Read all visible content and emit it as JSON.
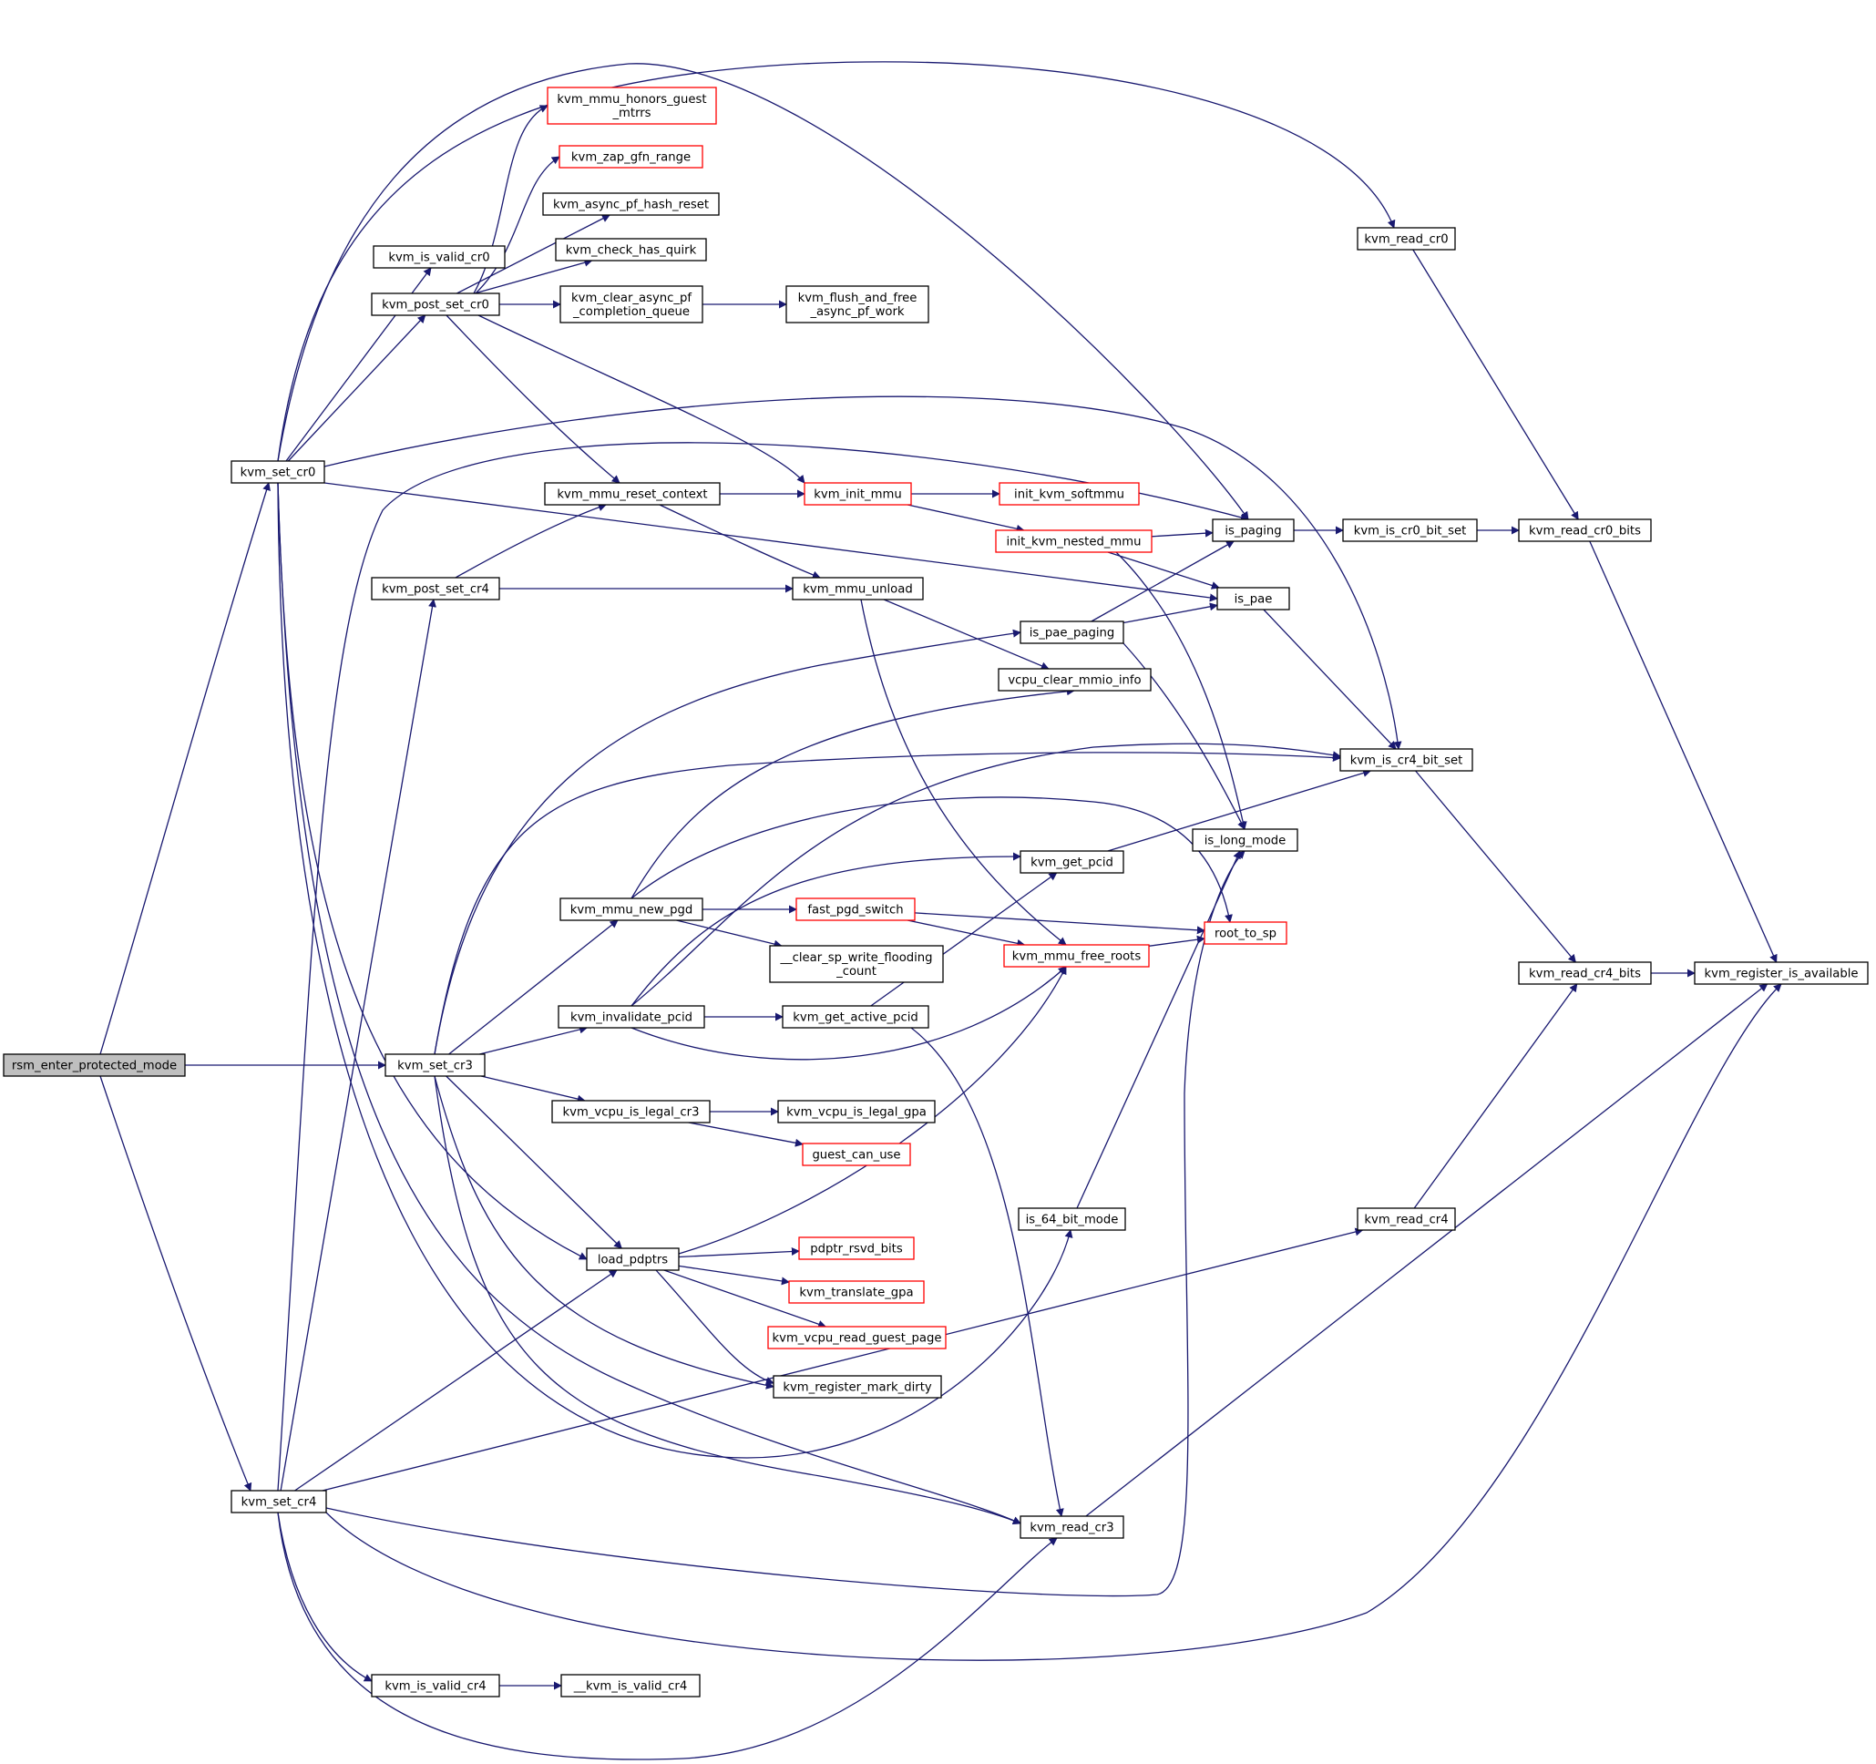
{
  "colors": {
    "edge": "#191970",
    "node_border_default": "#000000",
    "node_border_truncated": "#ff0000",
    "root_fill": "#bfbfbf",
    "node_fill": "#ffffff"
  },
  "graph": {
    "root": "rsm_enter_protected_mode",
    "nodes": {
      "rsm": {
        "lines": [
          "rsm_enter_protected_mode"
        ],
        "style": "root"
      },
      "set_cr0": {
        "lines": [
          "kvm_set_cr0"
        ],
        "style": "normal"
      },
      "set_cr4": {
        "lines": [
          "kvm_set_cr4"
        ],
        "style": "normal"
      },
      "set_cr3": {
        "lines": [
          "kvm_set_cr3"
        ],
        "style": "normal"
      },
      "is_valid_cr0": {
        "lines": [
          "kvm_is_valid_cr0"
        ],
        "style": "normal"
      },
      "post_set_cr0": {
        "lines": [
          "kvm_post_set_cr0"
        ],
        "style": "normal"
      },
      "post_set_cr4": {
        "lines": [
          "kvm_post_set_cr4"
        ],
        "style": "normal"
      },
      "is_valid_cr4": {
        "lines": [
          "kvm_is_valid_cr4"
        ],
        "style": "normal"
      },
      "honors_mtrrs": {
        "lines": [
          "kvm_mmu_honors_guest",
          "_mtrrs"
        ],
        "style": "truncated"
      },
      "zap_gfn": {
        "lines": [
          "kvm_zap_gfn_range"
        ],
        "style": "truncated"
      },
      "async_hash": {
        "lines": [
          "kvm_async_pf_hash_reset"
        ],
        "style": "normal"
      },
      "check_quirk": {
        "lines": [
          "kvm_check_has_quirk"
        ],
        "style": "normal"
      },
      "clear_async": {
        "lines": [
          "kvm_clear_async_pf",
          "_completion_queue"
        ],
        "style": "normal"
      },
      "flush_free": {
        "lines": [
          "kvm_flush_and_free",
          "_async_pf_work"
        ],
        "style": "normal"
      },
      "reset_ctx": {
        "lines": [
          "kvm_mmu_reset_context"
        ],
        "style": "normal"
      },
      "init_mmu": {
        "lines": [
          "kvm_init_mmu"
        ],
        "style": "truncated"
      },
      "init_softmmu": {
        "lines": [
          "init_kvm_softmmu"
        ],
        "style": "truncated"
      },
      "init_nested": {
        "lines": [
          "init_kvm_nested_mmu"
        ],
        "style": "truncated"
      },
      "mmu_unload": {
        "lines": [
          "kvm_mmu_unload"
        ],
        "style": "normal"
      },
      "is_pae_paging": {
        "lines": [
          "is_pae_paging"
        ],
        "style": "normal"
      },
      "vcpu_clear": {
        "lines": [
          "vcpu_clear_mmio_info"
        ],
        "style": "normal"
      },
      "new_pgd": {
        "lines": [
          "kvm_mmu_new_pgd"
        ],
        "style": "normal"
      },
      "fast_pgd": {
        "lines": [
          "fast_pgd_switch"
        ],
        "style": "truncated"
      },
      "clear_sp": {
        "lines": [
          "__clear_sp_write_flooding",
          "_count"
        ],
        "style": "normal"
      },
      "get_pcid": {
        "lines": [
          "kvm_get_pcid"
        ],
        "style": "normal"
      },
      "free_roots": {
        "lines": [
          "kvm_mmu_free_roots"
        ],
        "style": "truncated"
      },
      "inv_pcid": {
        "lines": [
          "kvm_invalidate_pcid"
        ],
        "style": "normal"
      },
      "get_active_pcid": {
        "lines": [
          "kvm_get_active_pcid"
        ],
        "style": "normal"
      },
      "legal_cr3": {
        "lines": [
          "kvm_vcpu_is_legal_cr3"
        ],
        "style": "normal"
      },
      "legal_gpa": {
        "lines": [
          "kvm_vcpu_is_legal_gpa"
        ],
        "style": "normal"
      },
      "guest_can_use": {
        "lines": [
          "guest_can_use"
        ],
        "style": "truncated"
      },
      "is_64bit": {
        "lines": [
          "is_64_bit_mode"
        ],
        "style": "normal"
      },
      "load_pdptrs": {
        "lines": [
          "load_pdptrs"
        ],
        "style": "normal"
      },
      "pdptr_rsvd": {
        "lines": [
          "pdptr_rsvd_bits"
        ],
        "style": "truncated"
      },
      "translate_gpa": {
        "lines": [
          "kvm_translate_gpa"
        ],
        "style": "truncated"
      },
      "read_guest_page": {
        "lines": [
          "kvm_vcpu_read_guest_page"
        ],
        "style": "truncated"
      },
      "mark_dirty": {
        "lines": [
          "kvm_register_mark_dirty"
        ],
        "style": "normal"
      },
      "read_cr3": {
        "lines": [
          "kvm_read_cr3"
        ],
        "style": "normal"
      },
      "is_valid_cr4_inner": {
        "lines": [
          "__kvm_is_valid_cr4"
        ],
        "style": "normal"
      },
      "read_cr0": {
        "lines": [
          "kvm_read_cr0"
        ],
        "style": "normal"
      },
      "is_paging": {
        "lines": [
          "is_paging"
        ],
        "style": "normal"
      },
      "is_pae": {
        "lines": [
          "is_pae"
        ],
        "style": "normal"
      },
      "cr4_bit_set": {
        "lines": [
          "kvm_is_cr4_bit_set"
        ],
        "style": "normal"
      },
      "is_long_mode": {
        "lines": [
          "is_long_mode"
        ],
        "style": "normal"
      },
      "root_to_sp": {
        "lines": [
          "root_to_sp"
        ],
        "style": "truncated"
      },
      "cr0_bit_set": {
        "lines": [
          "kvm_is_cr0_bit_set"
        ],
        "style": "normal"
      },
      "read_cr0_bits": {
        "lines": [
          "kvm_read_cr0_bits"
        ],
        "style": "normal"
      },
      "read_cr4_bits": {
        "lines": [
          "kvm_read_cr4_bits"
        ],
        "style": "normal"
      },
      "reg_available": {
        "lines": [
          "kvm_register_is_available"
        ],
        "style": "normal"
      },
      "read_cr4": {
        "lines": [
          "kvm_read_cr4"
        ],
        "style": "normal"
      }
    },
    "edges": [
      [
        "rsm",
        "set_cr0"
      ],
      [
        "rsm",
        "set_cr3"
      ],
      [
        "rsm",
        "set_cr4"
      ],
      [
        "set_cr0",
        "is_valid_cr0"
      ],
      [
        "set_cr0",
        "post_set_cr0"
      ],
      [
        "set_cr0",
        "read_cr0"
      ],
      [
        "set_cr0",
        "is_paging"
      ],
      [
        "set_cr0",
        "cr4_bit_set"
      ],
      [
        "set_cr0",
        "is_pae"
      ],
      [
        "set_cr0",
        "load_pdptrs"
      ],
      [
        "set_cr0",
        "read_cr3"
      ],
      [
        "set_cr0",
        "is_64bit"
      ],
      [
        "post_set_cr0",
        "honors_mtrrs"
      ],
      [
        "post_set_cr0",
        "zap_gfn"
      ],
      [
        "post_set_cr0",
        "async_hash"
      ],
      [
        "post_set_cr0",
        "check_quirk"
      ],
      [
        "post_set_cr0",
        "clear_async"
      ],
      [
        "post_set_cr0",
        "reset_ctx"
      ],
      [
        "post_set_cr0",
        "init_mmu"
      ],
      [
        "clear_async",
        "flush_free"
      ],
      [
        "reset_ctx",
        "init_mmu"
      ],
      [
        "reset_ctx",
        "mmu_unload"
      ],
      [
        "init_mmu",
        "init_softmmu"
      ],
      [
        "init_mmu",
        "init_nested"
      ],
      [
        "init_nested",
        "is_paging"
      ],
      [
        "init_nested",
        "is_pae"
      ],
      [
        "init_nested",
        "is_long_mode"
      ],
      [
        "post_set_cr4",
        "reset_ctx"
      ],
      [
        "post_set_cr4",
        "mmu_unload"
      ],
      [
        "mmu_unload",
        "vcpu_clear"
      ],
      [
        "mmu_unload",
        "free_roots"
      ],
      [
        "is_pae_paging",
        "is_paging"
      ],
      [
        "is_pae_paging",
        "is_pae"
      ],
      [
        "is_pae_paging",
        "is_long_mode"
      ],
      [
        "set_cr3",
        "is_pae_paging"
      ],
      [
        "set_cr3",
        "cr4_bit_set"
      ],
      [
        "set_cr3",
        "new_pgd"
      ],
      [
        "set_cr3",
        "inv_pcid"
      ],
      [
        "set_cr3",
        "legal_cr3"
      ],
      [
        "set_cr3",
        "load_pdptrs"
      ],
      [
        "set_cr3",
        "mark_dirty"
      ],
      [
        "set_cr3",
        "read_cr3"
      ],
      [
        "new_pgd",
        "vcpu_clear"
      ],
      [
        "new_pgd",
        "root_to_sp"
      ],
      [
        "new_pgd",
        "fast_pgd"
      ],
      [
        "new_pgd",
        "clear_sp"
      ],
      [
        "fast_pgd",
        "root_to_sp"
      ],
      [
        "fast_pgd",
        "free_roots"
      ],
      [
        "inv_pcid",
        "cr4_bit_set"
      ],
      [
        "inv_pcid",
        "get_pcid"
      ],
      [
        "inv_pcid",
        "get_active_pcid"
      ],
      [
        "inv_pcid",
        "free_roots"
      ],
      [
        "get_active_pcid",
        "get_pcid"
      ],
      [
        "get_active_pcid",
        "read_cr3"
      ],
      [
        "get_pcid",
        "cr4_bit_set"
      ],
      [
        "free_roots",
        "root_to_sp"
      ],
      [
        "legal_cr3",
        "legal_gpa"
      ],
      [
        "legal_cr3",
        "guest_can_use"
      ],
      [
        "load_pdptrs",
        "free_roots"
      ],
      [
        "load_pdptrs",
        "pdptr_rsvd"
      ],
      [
        "load_pdptrs",
        "translate_gpa"
      ],
      [
        "load_pdptrs",
        "read_guest_page"
      ],
      [
        "load_pdptrs",
        "mark_dirty"
      ],
      [
        "is_64bit",
        "is_long_mode"
      ],
      [
        "set_cr4",
        "post_set_cr4"
      ],
      [
        "set_cr4",
        "is_paging"
      ],
      [
        "set_cr4",
        "load_pdptrs"
      ],
      [
        "set_cr4",
        "is_long_mode"
      ],
      [
        "set_cr4",
        "reg_available"
      ],
      [
        "set_cr4",
        "is_valid_cr4"
      ],
      [
        "set_cr4",
        "read_cr3"
      ],
      [
        "set_cr4",
        "read_cr4"
      ],
      [
        "is_valid_cr4",
        "is_valid_cr4_inner"
      ],
      [
        "read_cr3",
        "reg_available"
      ],
      [
        "read_cr4",
        "read_cr4_bits"
      ],
      [
        "read_cr0",
        "read_cr0_bits"
      ],
      [
        "is_paging",
        "cr0_bit_set"
      ],
      [
        "cr0_bit_set",
        "read_cr0_bits"
      ],
      [
        "read_cr0_bits",
        "reg_available"
      ],
      [
        "is_pae",
        "cr4_bit_set"
      ],
      [
        "cr4_bit_set",
        "read_cr4_bits"
      ],
      [
        "read_cr4_bits",
        "reg_available"
      ]
    ]
  }
}
